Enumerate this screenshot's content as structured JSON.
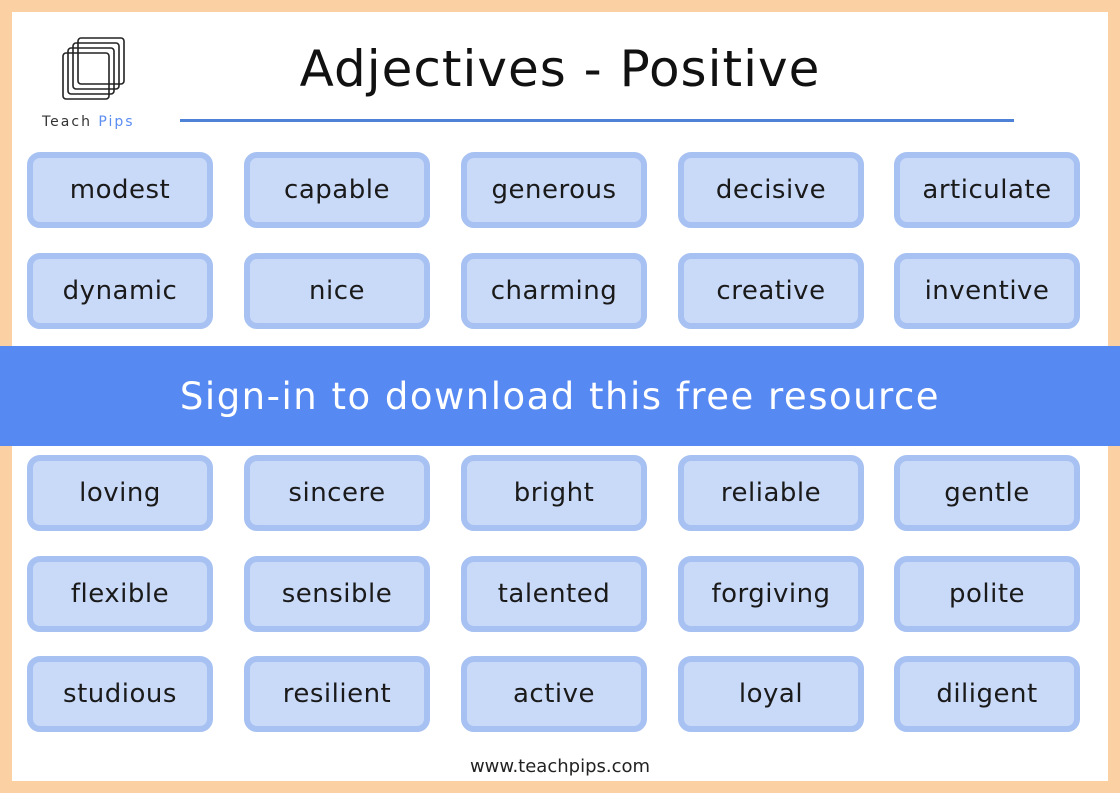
{
  "logo": {
    "word1": "Teach",
    "word2": "Pips"
  },
  "title": "Adjectives - Positive",
  "banner": "Sign-in to download this free resource",
  "rows_top": [
    [
      "modest",
      "capable",
      "generous",
      "decisive",
      "articulate"
    ],
    [
      "dynamic",
      "nice",
      "charming",
      "creative",
      "inventive"
    ]
  ],
  "rows_bottom": [
    [
      "loving",
      "sincere",
      "bright",
      "reliable",
      "gentle"
    ],
    [
      "flexible",
      "sensible",
      "talented",
      "forgiving",
      "polite"
    ],
    [
      "studious",
      "resilient",
      "active",
      "loyal",
      "diligent"
    ]
  ],
  "footer": "www.teachpips.com",
  "colors": {
    "border_frame": "#fbd0a3",
    "card_fill": "#c9d9f8",
    "card_border": "#a7c1f2",
    "banner": "#5789f3",
    "accent": "#4d82d6"
  }
}
